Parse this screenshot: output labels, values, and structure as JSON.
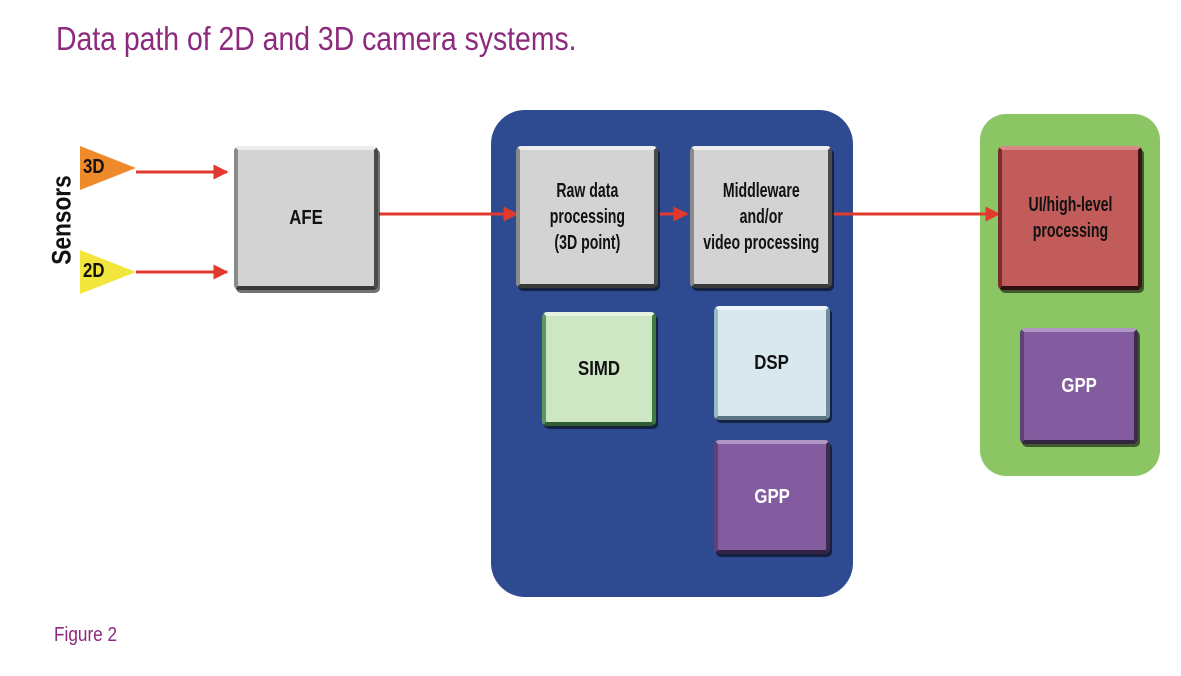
{
  "title": "Data path of 2D and 3D camera systems.",
  "caption": "Figure 2",
  "sensors": {
    "label": "Sensors",
    "inputs": [
      "3D",
      "2D"
    ],
    "colors": {
      "3D": "#ee8a2a",
      "2D": "#f2e63c"
    }
  },
  "blocks": {
    "afe": "AFE",
    "raw": [
      "Raw data",
      "processing",
      "(3D point)"
    ],
    "middleware": [
      "Middleware",
      "and/or",
      "video processing"
    ],
    "simd": "SIMD",
    "dsp": "DSP",
    "gpp_main": "GPP",
    "ui": [
      "UI/high-level",
      "processing"
    ],
    "gpp_ui": "GPP"
  },
  "colors": {
    "title": "#8d2a7e",
    "processor_panel": "#2e4a90",
    "ui_panel": "#8cc564",
    "arrow": "#e03a2e"
  },
  "connections": [
    {
      "from": "3D",
      "to": "AFE"
    },
    {
      "from": "2D",
      "to": "AFE"
    },
    {
      "from": "AFE",
      "to": "Raw data processing"
    },
    {
      "from": "Raw data processing",
      "to": "Middleware and/or video processing"
    },
    {
      "from": "Middleware and/or video processing",
      "to": "UI/high-level processing"
    }
  ]
}
